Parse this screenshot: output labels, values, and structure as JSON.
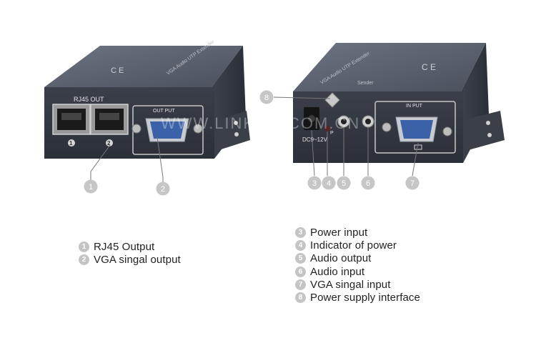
{
  "receiver": {
    "port_label": "RJ45 OUT",
    "port_numbers": [
      "1",
      "2"
    ],
    "vga_label": "OUT PUT"
  },
  "sender": {
    "power_label": "DC9~12V",
    "led_label": "P",
    "vga_label": "IN PUT"
  },
  "watermark": "WWW.LINK-MI.COM.CN",
  "callouts_receiver": [
    "1",
    "2"
  ],
  "callouts_sender": [
    "3",
    "4",
    "5",
    "6",
    "7"
  ],
  "callout_top": "8",
  "legend_left": [
    {
      "num": "1",
      "label": "RJ45 Output"
    },
    {
      "num": "2",
      "label": "VGA singal output"
    }
  ],
  "legend_right": [
    {
      "num": "3",
      "label": "Power input"
    },
    {
      "num": "4",
      "label": "Indicator of power"
    },
    {
      "num": "5",
      "label": "Audio output"
    },
    {
      "num": "6",
      "label": "Audio input"
    },
    {
      "num": "7",
      "label": "VGA singal input"
    },
    {
      "num": "8",
      "label": "Power supply interface"
    }
  ]
}
